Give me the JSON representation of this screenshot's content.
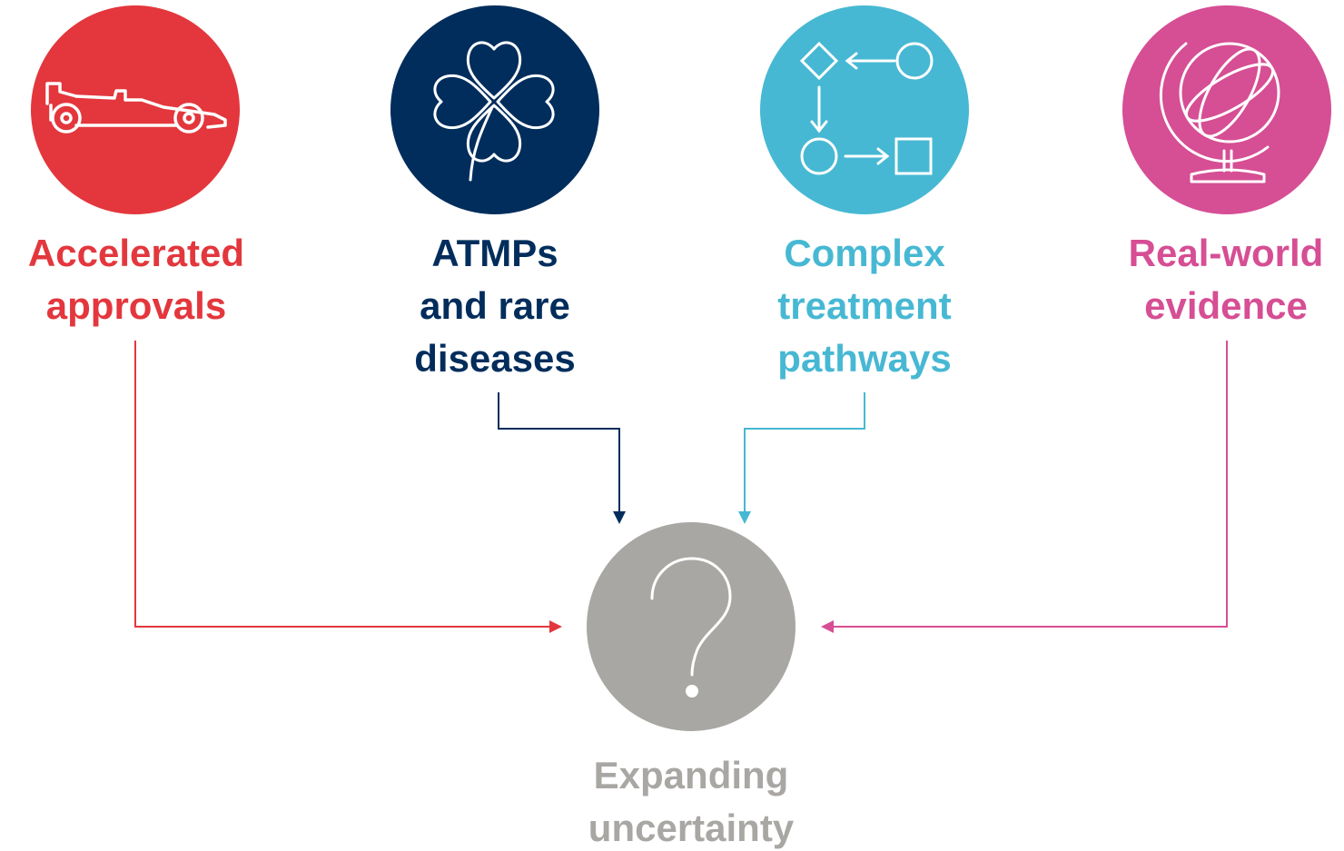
{
  "colors": {
    "accelerated": "#e3373d",
    "atmps": "#002d5c",
    "complex": "#47b8d3",
    "real_world": "#d64e94",
    "uncertainty": "#a9a7a4"
  },
  "nodes": {
    "accelerated": {
      "icon": "race-car-icon",
      "line1": "Accelerated",
      "line2": "approvals"
    },
    "atmps": {
      "icon": "four-leaf-clover-icon",
      "line1": "ATMPs",
      "line2": "and rare",
      "line3": "diseases"
    },
    "complex": {
      "icon": "flow-shapes-icon",
      "line1": "Complex",
      "line2": "treatment",
      "line3": "pathways"
    },
    "real_world": {
      "icon": "globe-icon",
      "line1": "Real-world",
      "line2": "evidence"
    },
    "uncertainty": {
      "icon": "question-mark-icon",
      "line1": "Expanding",
      "line2": "uncertainty"
    }
  }
}
